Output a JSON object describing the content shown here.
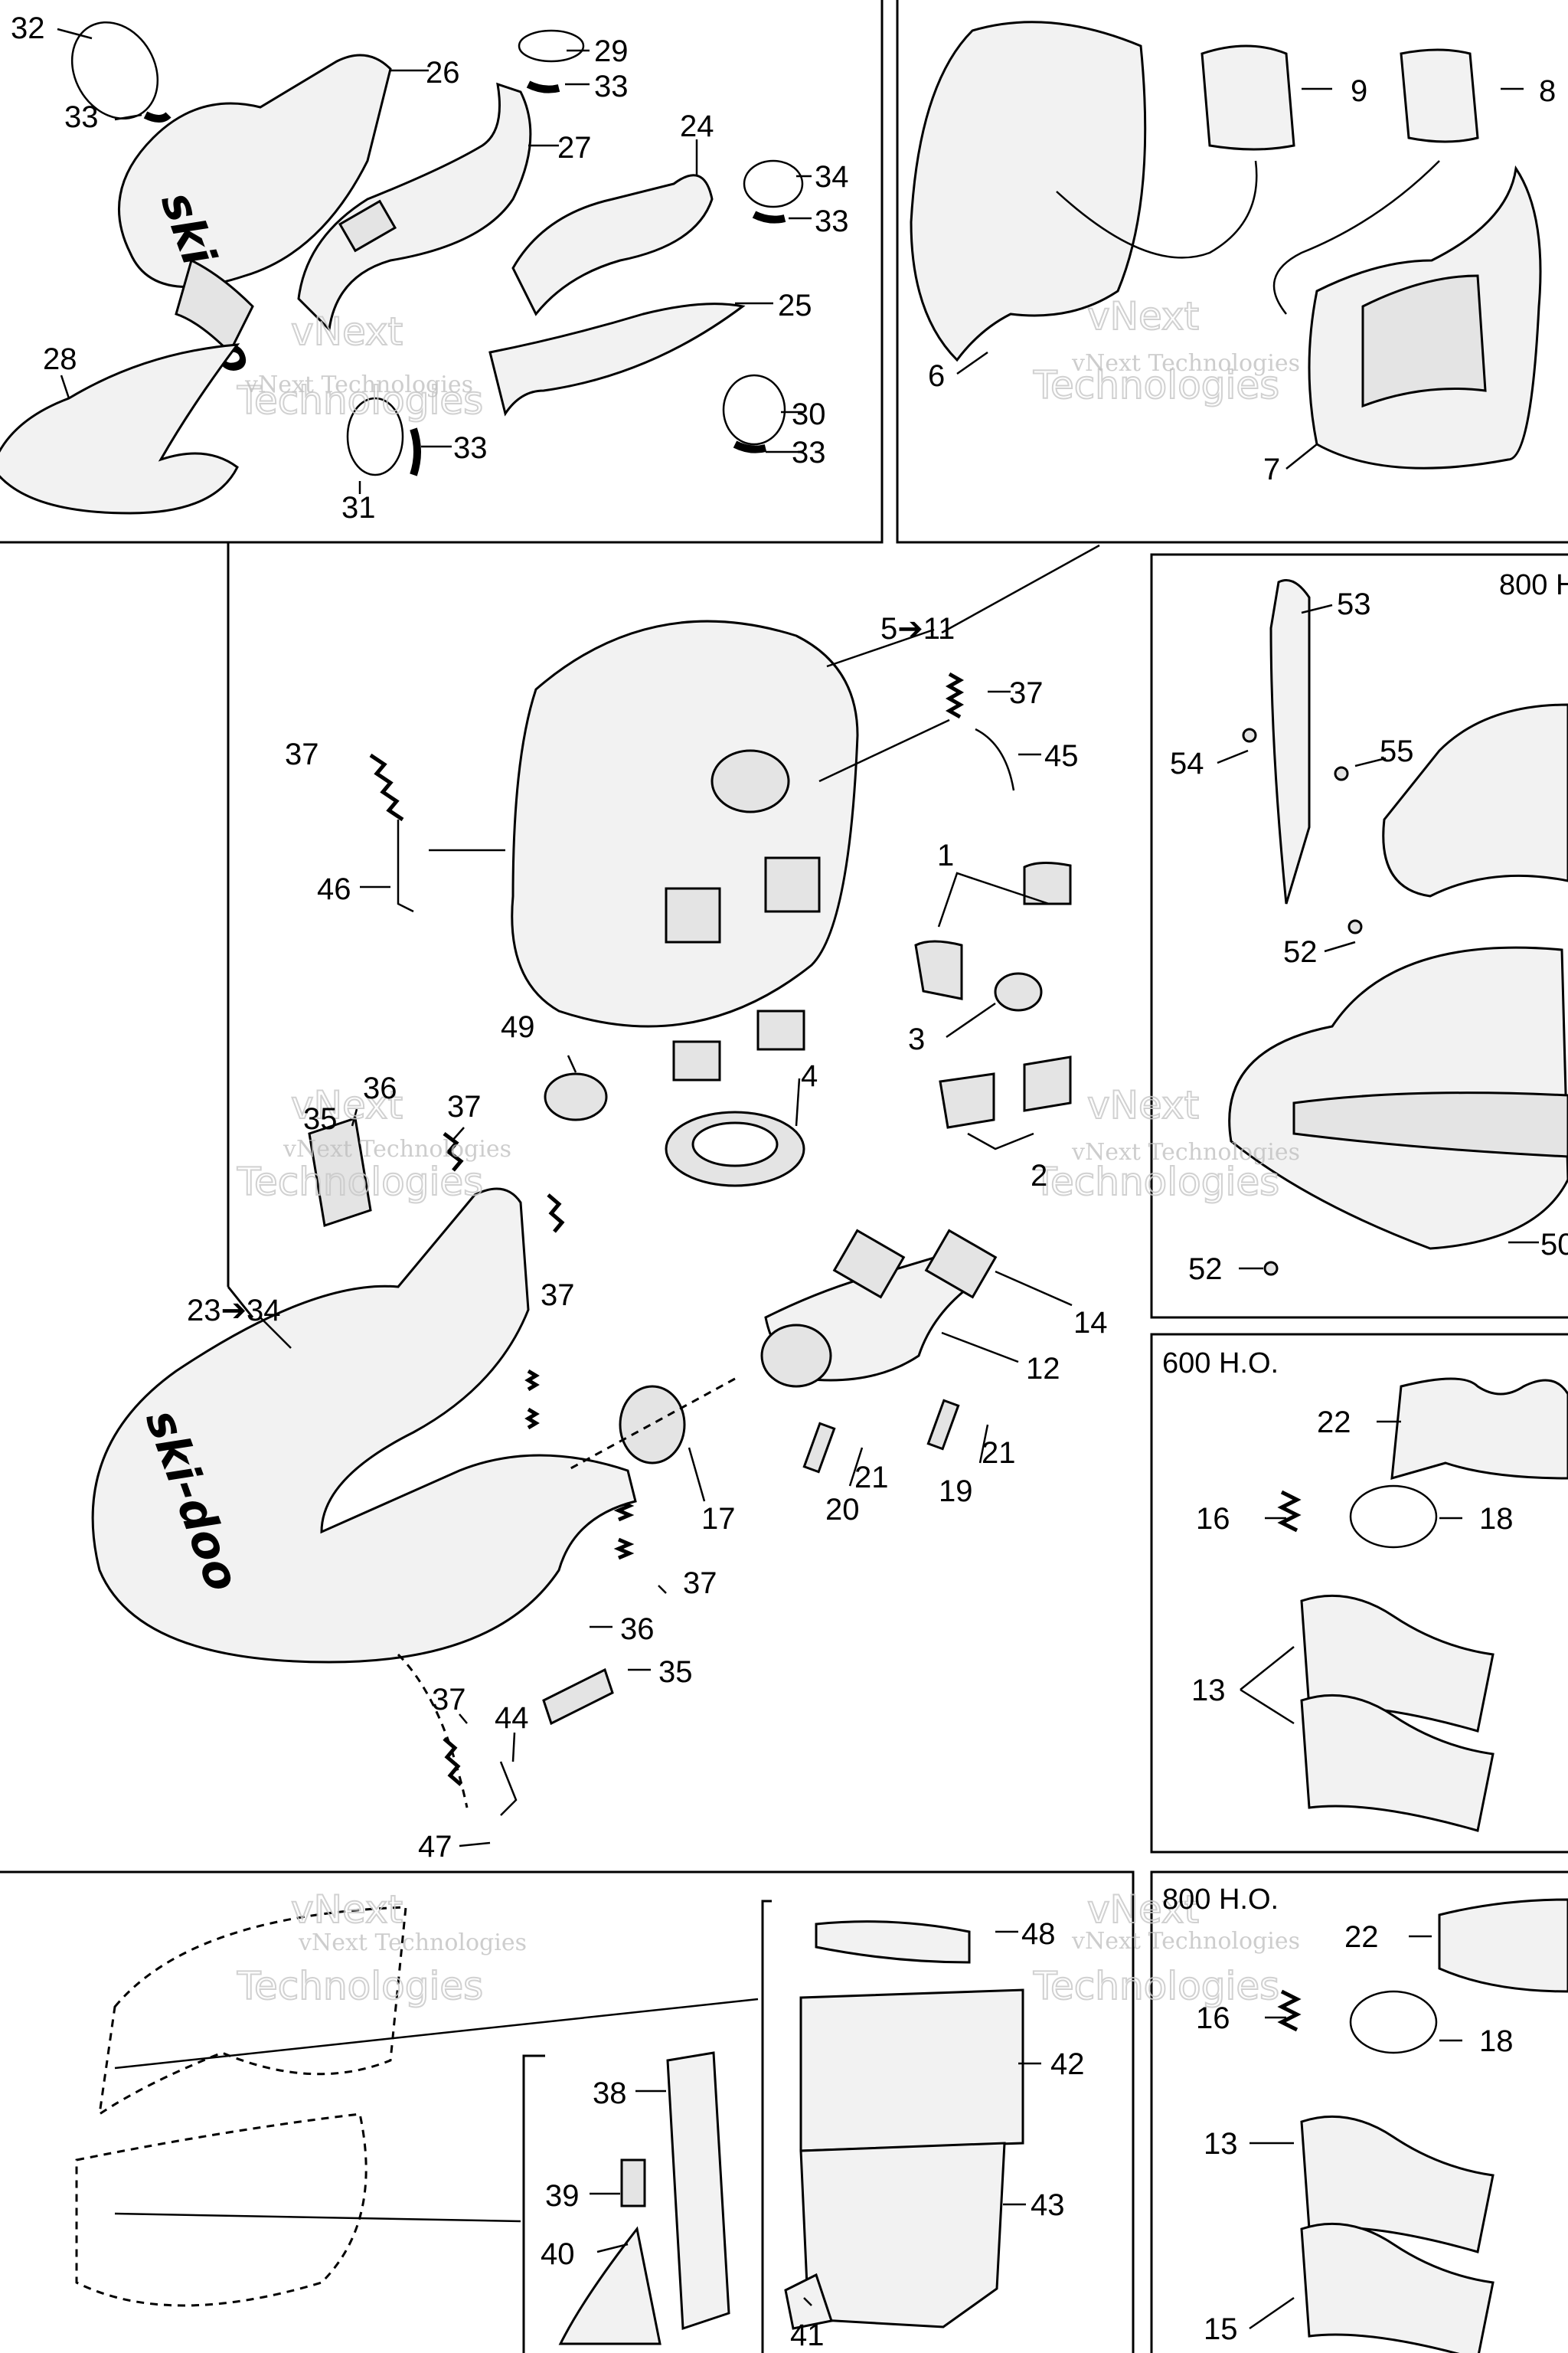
{
  "watermark": {
    "line1": "vNext",
    "line2": "Technologies",
    "overlay": "vNext Technologies"
  },
  "brand": "ski-doo",
  "sections": {
    "s800a": "800 H",
    "s600": "600 H.O.",
    "s800b": "800 H.O."
  },
  "labels": {
    "l32": "32",
    "l26": "26",
    "l29": "29",
    "l33a": "33",
    "l33b": "33",
    "l27": "27",
    "l24": "24",
    "l34a": "34",
    "l33c": "33",
    "l25": "25",
    "l28": "28",
    "l33d": "33",
    "l31": "31",
    "l30": "30",
    "l33e": "33",
    "l9": "9",
    "l8": "8",
    "l6": "6",
    "l7": "7",
    "l5to11": "5➔11",
    "l37a": "37",
    "l45": "45",
    "l37b": "37",
    "l46": "46",
    "l1": "1",
    "l3": "3",
    "l49": "49",
    "l4": "4",
    "l36a": "36",
    "l35a": "35",
    "l37c": "37",
    "l2": "2",
    "l23to34": "23➔34",
    "l37d": "37",
    "l14": "14",
    "l12": "12",
    "l21a": "21",
    "l21b": "21",
    "l20": "20",
    "l19": "19",
    "l17": "17",
    "l37e": "37",
    "l36b": "36",
    "l35b": "35",
    "l37f": "37",
    "l44": "44",
    "l47": "47",
    "l53": "53",
    "l54": "54",
    "l55": "55",
    "l52a": "52",
    "l52b": "52",
    "l50": "50",
    "l22a": "22",
    "l16a": "16",
    "l18a": "18",
    "l13a": "13",
    "l48": "48",
    "l42": "42",
    "l38": "38",
    "l39": "39",
    "l40": "40",
    "l43": "43",
    "l41": "41",
    "l22b": "22",
    "l16b": "16",
    "l18b": "18",
    "l13b": "13",
    "l15": "15"
  }
}
